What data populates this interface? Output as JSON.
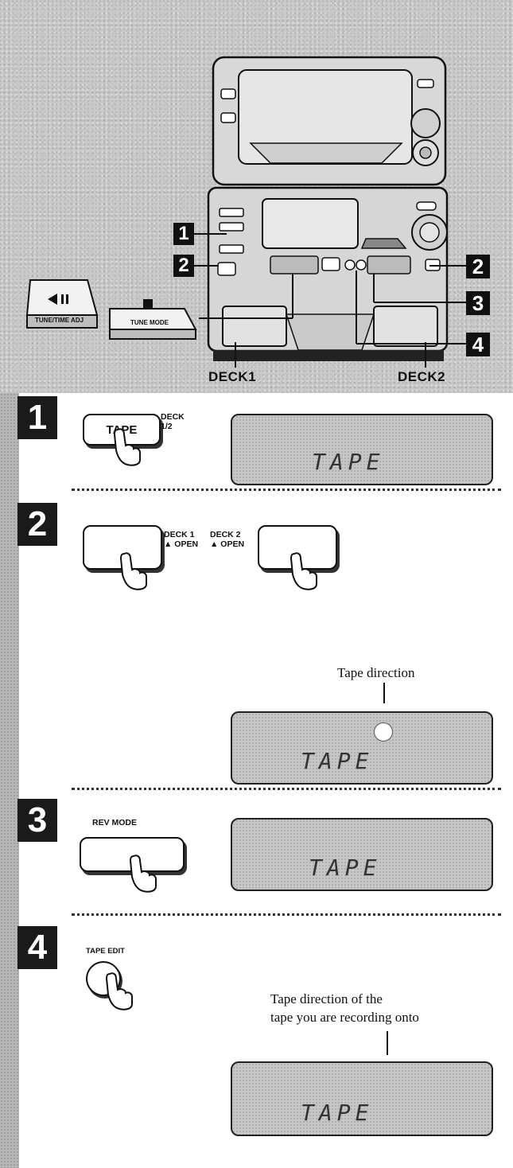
{
  "top_section": {
    "callouts_left": [
      "1",
      "2"
    ],
    "callouts_right": [
      "2",
      "3",
      "4"
    ],
    "deck1_label": "DECK1",
    "deck2_label": "DECK2",
    "tune_time_label": "TUNE/TIME ADJ",
    "tune_mode_label": "TUNE MODE"
  },
  "steps": [
    {
      "number": "1",
      "button_label": "TAPE",
      "side_label_line1": "DECK",
      "side_label_line2": "1/2",
      "display_text": "TAPE"
    },
    {
      "number": "2",
      "deck1_label_line1": "DECK 1",
      "deck1_label_line2": "▲ OPEN",
      "deck2_label_line1": "DECK 2",
      "deck2_label_line2": "▲ OPEN",
      "caption": "Tape direction",
      "display_text": "TAPE"
    },
    {
      "number": "3",
      "button_label": "REV MODE",
      "display_text": "TAPE"
    },
    {
      "number": "4",
      "button_label": "TAPE EDIT",
      "caption_line1": "Tape direction of the",
      "caption_line2": "tape you are recording onto",
      "display_text": "TAPE"
    }
  ]
}
